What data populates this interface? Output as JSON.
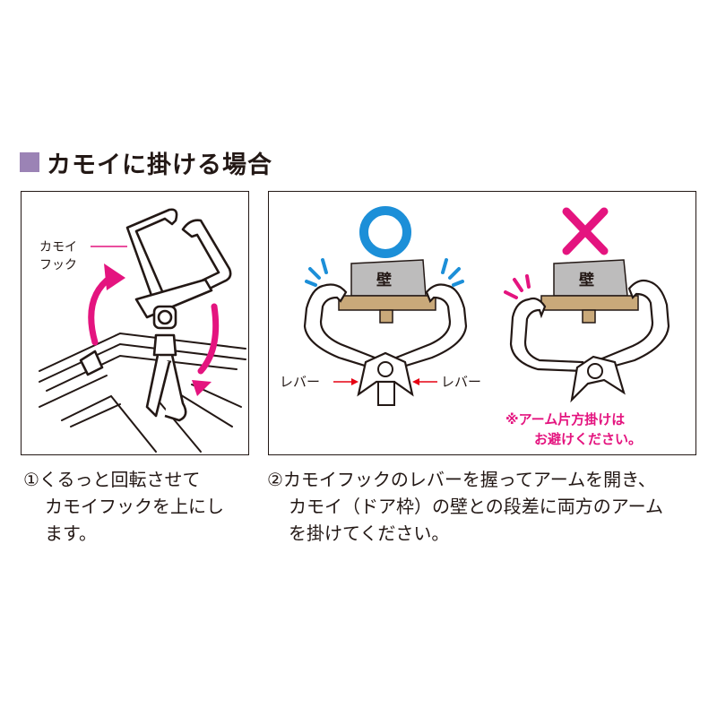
{
  "section": {
    "title": "カモイに掛ける場合",
    "marker_color": "#9b83b5"
  },
  "panel1": {
    "label_line1": "カモイ",
    "label_line2": "フック"
  },
  "panel2": {
    "ok_symbol": "○",
    "ng_symbol": "✕",
    "wall_label_left": "壁",
    "wall_label_right": "壁",
    "lever_left": "レバー",
    "lever_right": "レバー",
    "warning_line1": "※アーム片方掛けは",
    "warning_line2": "お避けください。"
  },
  "captions": {
    "step1_line1": "①くるっと回転させて",
    "step1_line2": "カモイフックを上にし",
    "step1_line3": "ます。",
    "step2_line1": "②カモイフックのレバーを握ってアームを開き、",
    "step2_line2": "カモイ（ドア枠）の壁との段差に両方のアーム",
    "step2_line3": "を掛けてください。"
  },
  "colors": {
    "ok": "#1c8fd8",
    "ng": "#e4147f",
    "arrow": "#e4147f",
    "wood": "#c9a97a",
    "wall": "#bdbcbc",
    "lever_arrow": "#e60012"
  }
}
